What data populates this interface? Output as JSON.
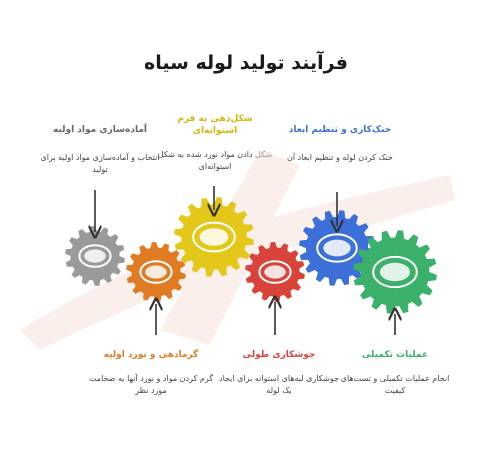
{
  "title": "فرآیند تولید لوله سیاه",
  "steps": [
    {
      "heading": "آماده‌سازی مواد اولیه",
      "description": "انتخاب و آماده‌سازی مواد اولیه برای تولید",
      "color": "#9a9a9a"
    },
    {
      "heading": "گرمادهی و نورد اولیه",
      "description": "گرم کردن مواد و نورد آنها به ضخامت مورد نظر",
      "color": "#e07b24"
    },
    {
      "heading": "شکل‌دهی به فرم استوانه‌ای",
      "description": "شکل دادن مواد نورد شده به شکل استوانه‌ای",
      "color": "#e3c81a"
    },
    {
      "heading": "جوشکاری طولی",
      "description": "جوشکاری لبه‌های استوانه برای ایجاد یک لوله",
      "color": "#d9443a"
    },
    {
      "heading": "خنک‌کاری و تنظیم ابعاد",
      "description": "خنک کردن لوله و تنظیم ابعاد آن",
      "color": "#3d6fd8"
    },
    {
      "heading": "عملیات تکمیلی",
      "description": "انجام عملیات تکمیلی و تست‌های کیفیت",
      "color": "#3ab06a"
    }
  ],
  "watermark_color": "#f3d8cc"
}
